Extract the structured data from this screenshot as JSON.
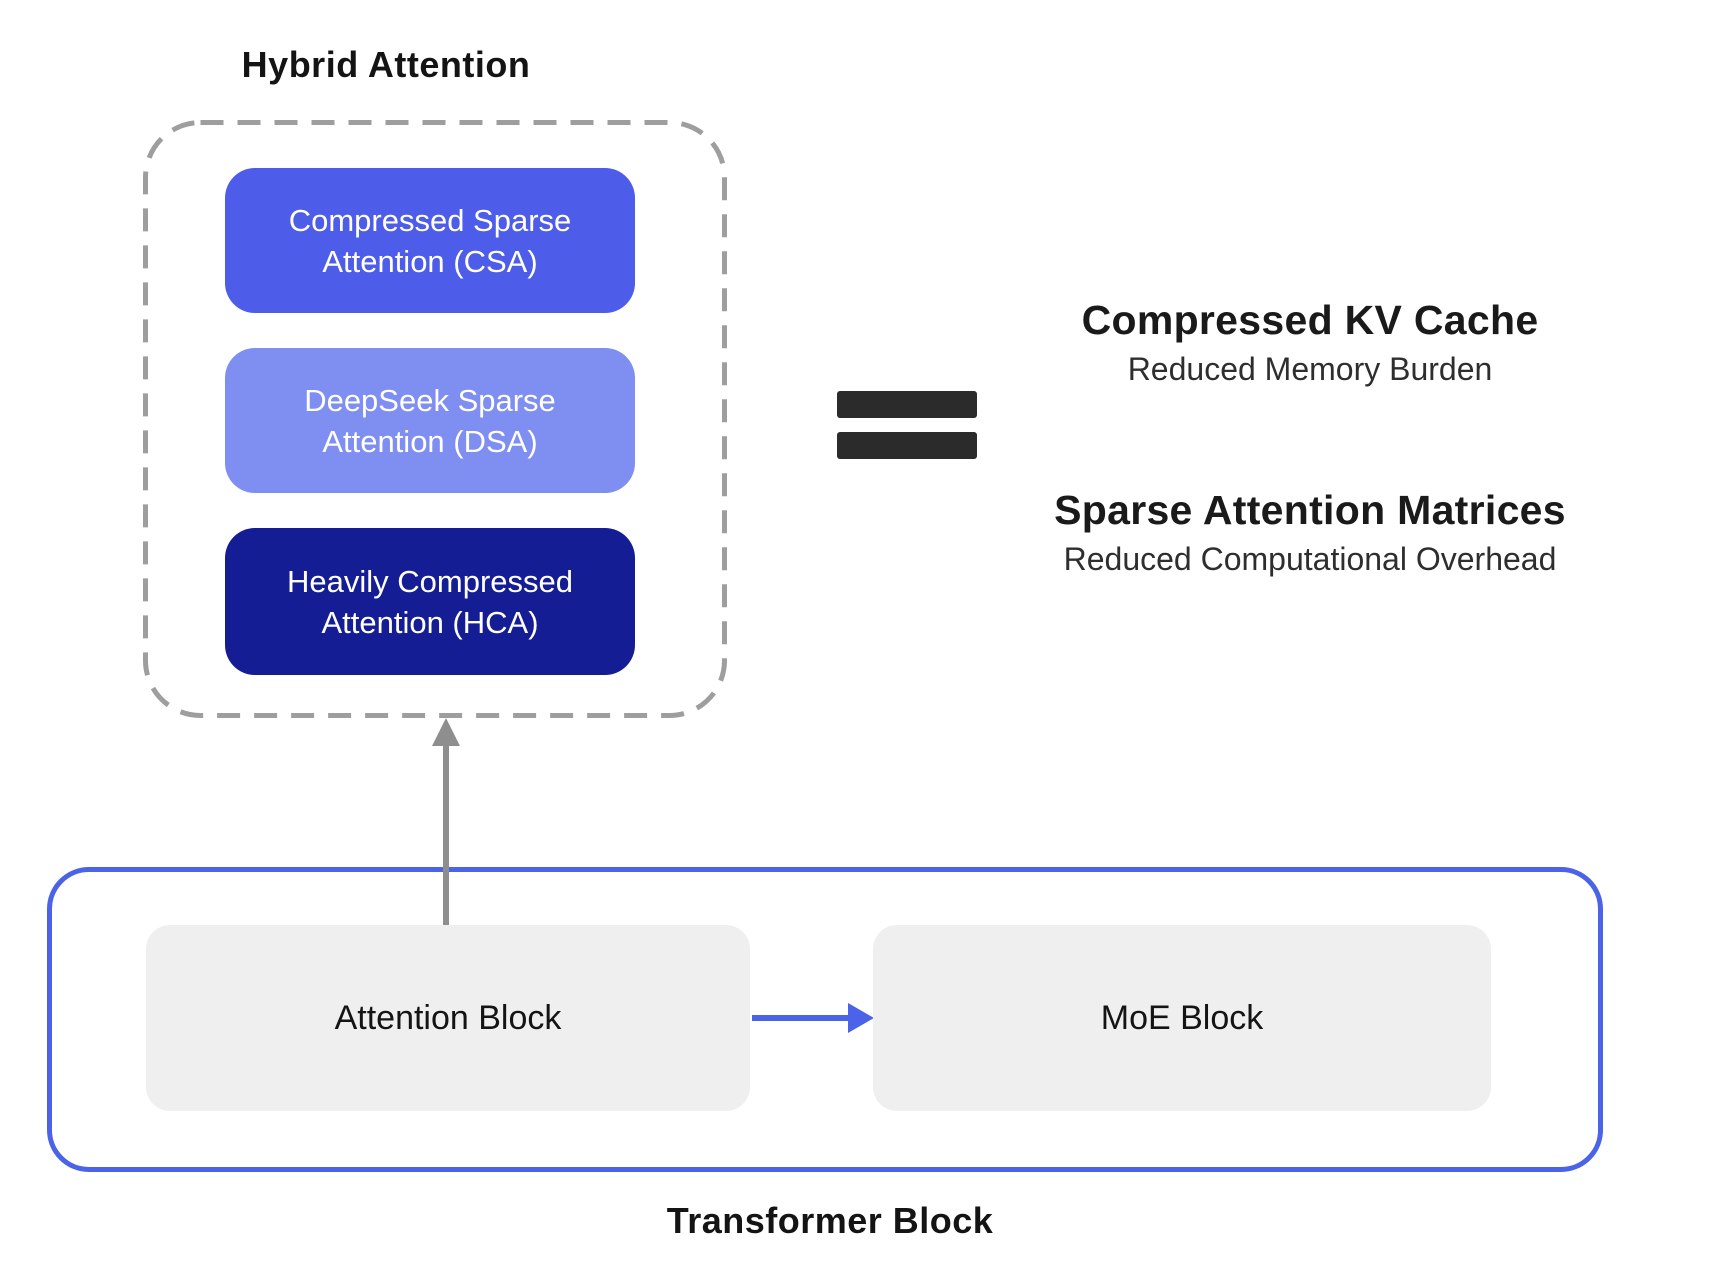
{
  "hybrid_attention": {
    "title": "Hybrid Attention",
    "boxes": [
      {
        "id": "csa",
        "line1": "Compressed Sparse",
        "line2": "Attention (CSA)",
        "color": "#4d5ce9"
      },
      {
        "id": "dsa",
        "line1": "DeepSeek Sparse",
        "line2": "Attention (DSA)",
        "color": "#7e8ef1"
      },
      {
        "id": "hca",
        "line1": "Heavily Compressed",
        "line2": "Attention (HCA)",
        "color": "#141d94"
      }
    ]
  },
  "outcomes": [
    {
      "title": "Compressed KV Cache",
      "subtitle": "Reduced Memory Burden"
    },
    {
      "title": "Sparse Attention Matrices",
      "subtitle": "Reduced Computational Overhead"
    }
  ],
  "transformer": {
    "label": "Transformer Block",
    "attention_block_label": "Attention Block",
    "moe_block_label": "MoE Block"
  },
  "colors": {
    "accent_blue": "#4a63e8",
    "equals_dark": "#2b2b2b",
    "arrow_gray": "#8e8e8e",
    "dashed_gray": "#9e9e9e",
    "block_gray": "#efefef"
  }
}
